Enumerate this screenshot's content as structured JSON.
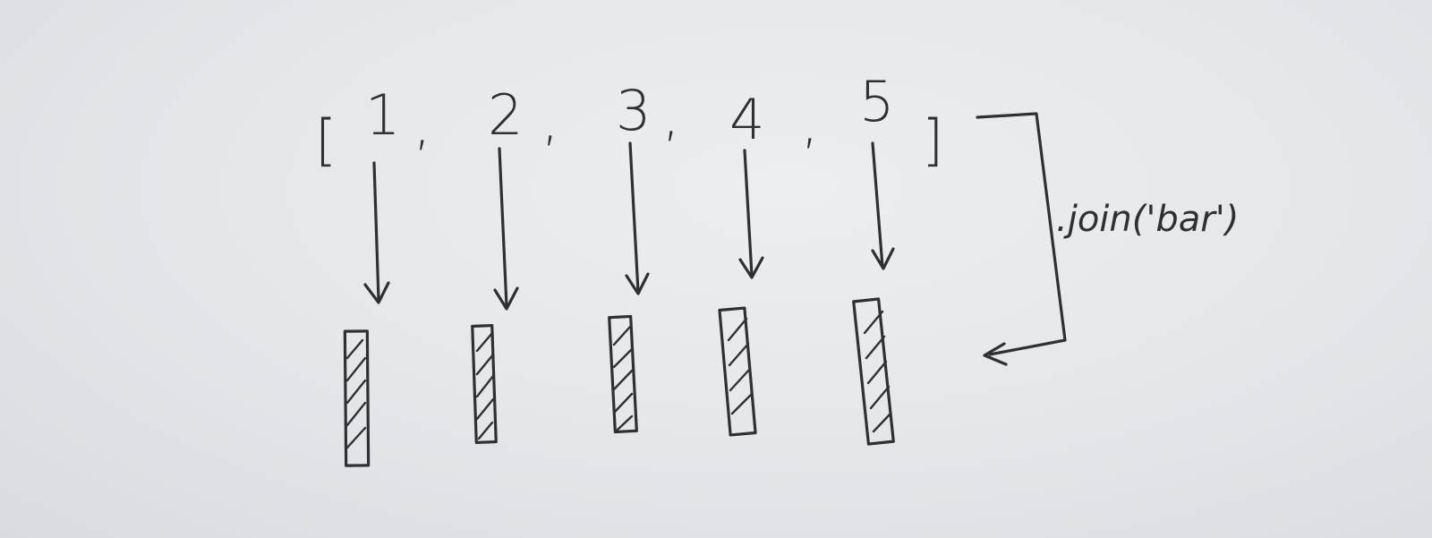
{
  "array": {
    "open_bracket": "[",
    "close_bracket": "]",
    "items": [
      "1",
      "2",
      "3",
      "4",
      "5"
    ],
    "separator": ","
  },
  "method_call": ".join('bar')"
}
